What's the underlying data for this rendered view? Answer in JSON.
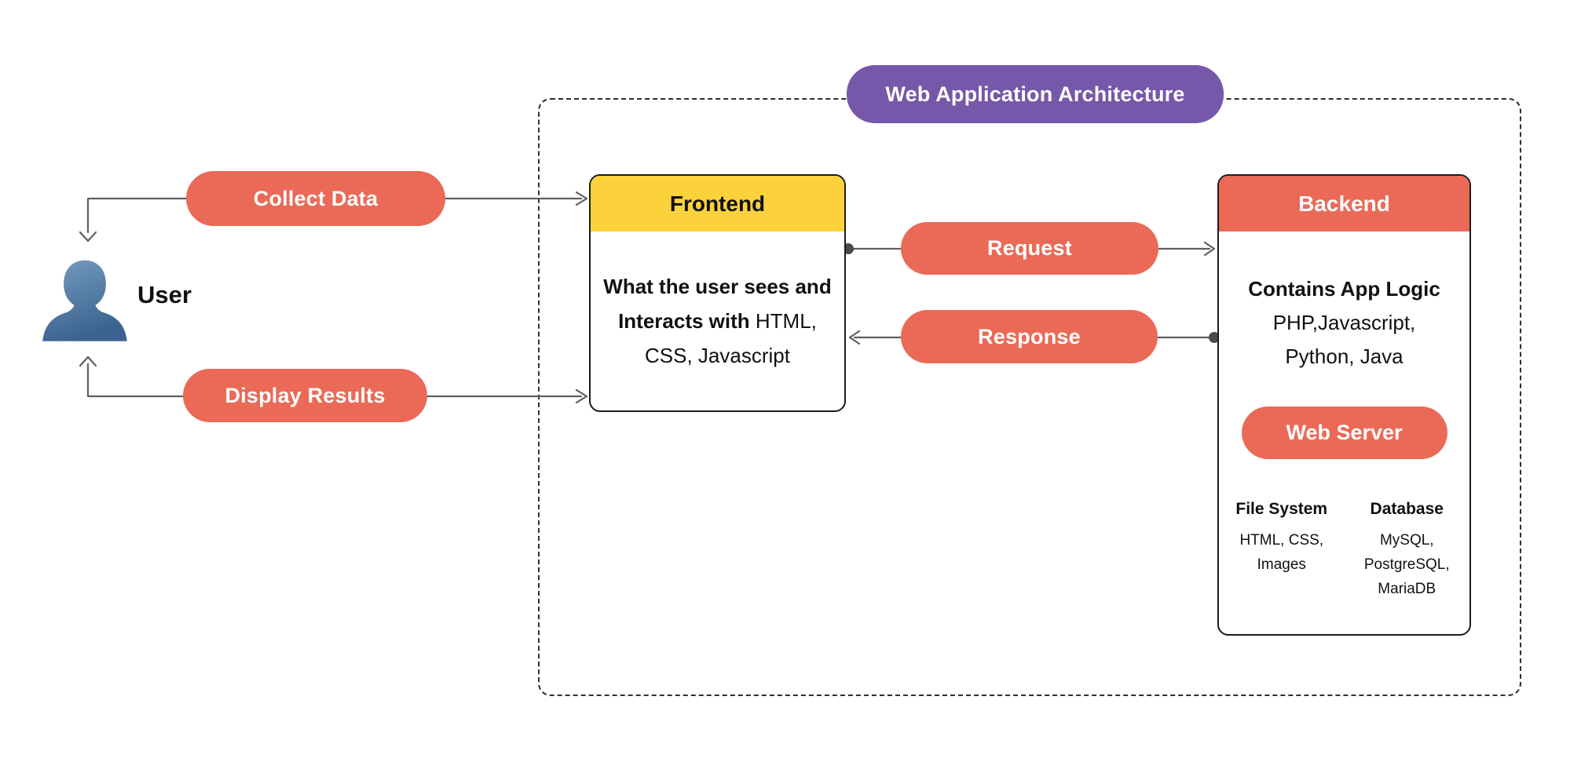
{
  "colors": {
    "red": "#ea6a57",
    "yellow": "#fcd23c",
    "purple": "#7757a9",
    "line": "#5f5f5f",
    "dot": "#4a4a4a"
  },
  "title": {
    "label": "Web Application Architecture"
  },
  "user": {
    "label": "User"
  },
  "flows": {
    "collect": "Collect Data",
    "display": "Display Results",
    "request": "Request",
    "response": "Response"
  },
  "frontend": {
    "title": "Frontend",
    "body": {
      "line1_bold": "What the user sees and",
      "line2_bold": "Interacts with",
      "line2_regular": " HTML,",
      "line3_regular": "CSS, Javascript"
    }
  },
  "backend": {
    "title": "Backend",
    "logic_heading": "Contains App Logic",
    "logic_line1": "PHP,Javascript,",
    "logic_line2": "Python, Java",
    "web_server_label": "Web Server",
    "file_system": {
      "heading": "File System",
      "line1": "HTML, CSS,",
      "line2": "Images"
    },
    "database": {
      "heading": "Database",
      "line1": "MySQL,",
      "line2": "PostgreSQL,",
      "line3": "MariaDB"
    }
  }
}
